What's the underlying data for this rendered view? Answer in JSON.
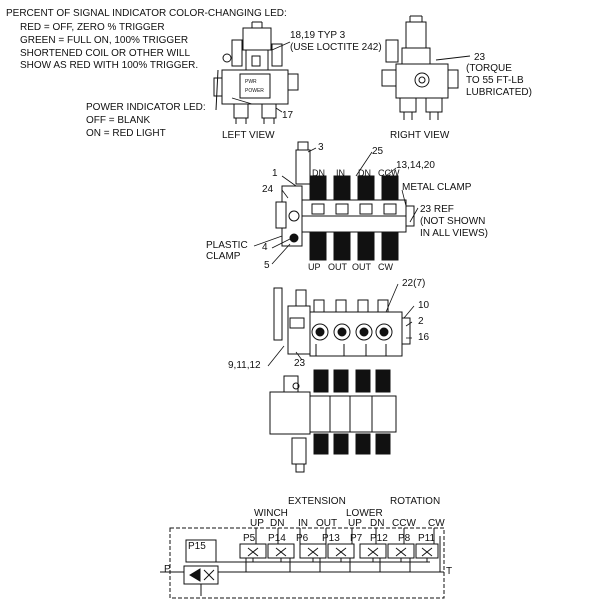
{
  "notes": {
    "led_title": "PERCENT OF SIGNAL INDICATOR COLOR-CHANGING LED:",
    "led_red": "RED = OFF, ZERO % TRIGGER",
    "led_green": "GREEN = FULL ON, 100% TRIGGER",
    "led_short1": "SHORTENED COIL OR OTHER WILL",
    "led_short2": "SHOW AS RED WITH 100% TRIGGER.",
    "power_title": "POWER INDICATOR LED:",
    "power_off": "OFF = BLANK",
    "power_on": "ON = RED LIGHT"
  },
  "views": {
    "left_view": "LEFT VIEW",
    "right_view": "RIGHT VIEW"
  },
  "callouts": {
    "c18_19": "18,19 TYP 3",
    "loctite": "(USE LOCTITE 242)",
    "c23_right": "23",
    "torque1": "(TORQUE",
    "torque2": "TO 55 FT-LB",
    "torque3": "LUBRICATED)",
    "c17": "17",
    "c3": "3",
    "c25": "25",
    "c13": "13,14,20",
    "c1": "1",
    "c24": "24",
    "metal_clamp": "METAL CLAMP",
    "c23ref": "23 REF",
    "not_shown1": "(NOT SHOWN",
    "not_shown2": "IN ALL VIEWS)",
    "plastic": "PLASTIC",
    "clamp": "CLAMP",
    "c4": "4",
    "c5": "5",
    "c22": "22(7)",
    "c10": "10",
    "c2": "2",
    "c16": "16",
    "c9": "9,11,12",
    "c23_mid": "23"
  },
  "ports_top": [
    "DN",
    "IN",
    "DN",
    "CCW"
  ],
  "ports_bottom": [
    "UP",
    "OUT",
    "OUT",
    "CW"
  ],
  "schematic": {
    "extension": "EXTENSION",
    "rotation": "ROTATION",
    "winch": "WINCH",
    "lower": "LOWER",
    "winch_up": "UP",
    "winch_dn": "DN",
    "ext_in": "IN",
    "ext_out": "OUT",
    "lower_up": "UP",
    "lower_dn": "DN",
    "rot_ccw": "CCW",
    "rot_cw": "CW",
    "p15": "P15",
    "p5": "P5",
    "p14": "P14",
    "p6": "P6",
    "p13": "P13",
    "p7": "P7",
    "p12": "P12",
    "p8": "P8",
    "p11": "P11",
    "p_port": "P",
    "t_port": "T"
  }
}
